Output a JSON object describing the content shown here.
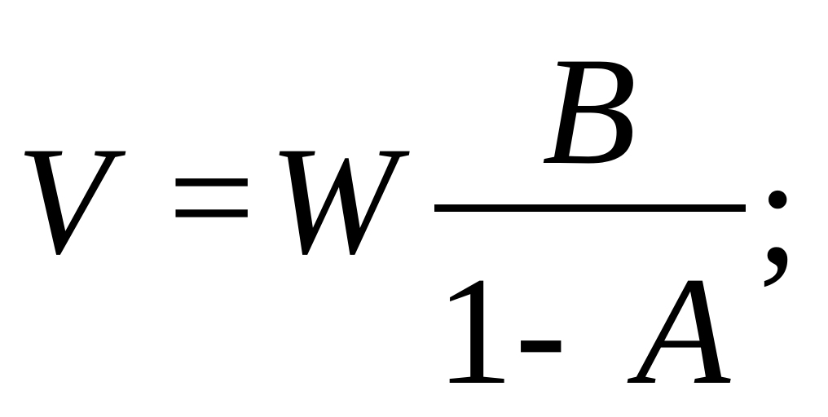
{
  "formula": {
    "lhs": "V",
    "equals": "=",
    "coefficient": "W",
    "fraction": {
      "numerator": "B",
      "denominator": {
        "one": "1",
        "minus": "-",
        "variable": "A"
      }
    },
    "terminator": ";"
  }
}
